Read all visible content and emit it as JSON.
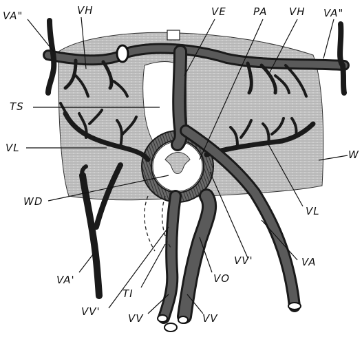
{
  "labels": {
    "va_double_left": "VA\"",
    "vh_left": "VH",
    "ve": "VE",
    "pa": "PA",
    "vh_right": "VH",
    "va_double_right": "VA\"",
    "ts": "TS",
    "vl_left": "VL",
    "w": "W",
    "wd": "WD",
    "vl_right": "VL",
    "vv_prime_right": "VV'",
    "va": "VA",
    "va_prime": "VA'",
    "vo": "VO",
    "ti": "TI",
    "vv_prime_bottom": "VV'",
    "vv_left": "VV",
    "vv_right": "VV"
  }
}
